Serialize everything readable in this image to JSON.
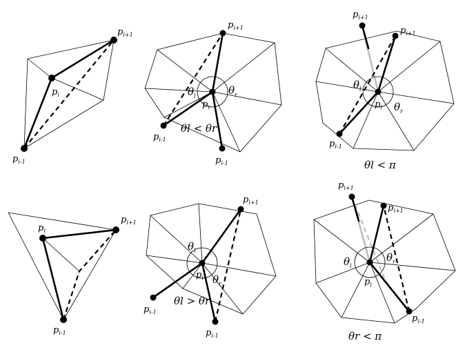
{
  "panels": [
    {
      "id": "a",
      "labels": {
        "prev": "i-1",
        "cur": "i",
        "next": "i+1"
      }
    },
    {
      "id": "b",
      "labels": {
        "prev": "i-1",
        "cur": "i",
        "next": "i+1",
        "prev2": "i-1"
      },
      "theta_l": "l",
      "theta_r": "r",
      "inequality": "θl < θr"
    },
    {
      "id": "c",
      "labels": {
        "prev": "i-1",
        "cur": "i",
        "next": "i+1",
        "next2": "i+1"
      },
      "theta_l": "l",
      "theta_r": "r",
      "caption": "θl < π"
    },
    {
      "id": "d",
      "labels": {
        "prev": "i-1",
        "cur": "i",
        "next": "i+1"
      }
    },
    {
      "id": "e",
      "labels": {
        "prev": "i-1",
        "cur": "i",
        "next": "i+1",
        "prev2": "i-1"
      },
      "theta_l": "l",
      "theta_r": "r",
      "inequality": "θl > θr"
    },
    {
      "id": "f",
      "labels": {
        "prev": "i-1",
        "cur": "i",
        "next": "i+1",
        "next2": "i+1"
      },
      "theta_l": "l",
      "theta_r": "r",
      "caption": "θr < π"
    }
  ],
  "symbols": {
    "p": "p",
    "theta": "θ"
  }
}
